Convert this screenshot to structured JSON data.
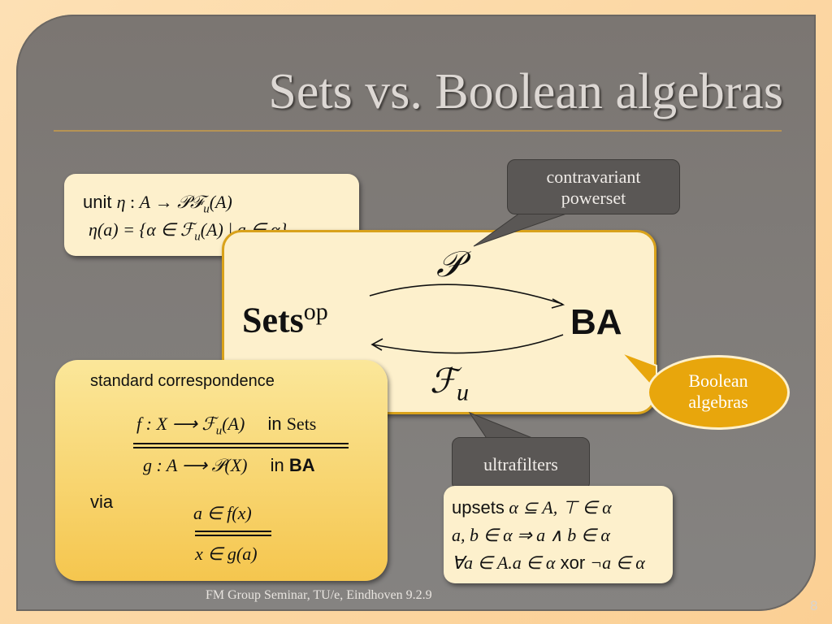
{
  "slide": {
    "title": "Sets vs. Boolean algebras",
    "footer": "FM Group Seminar, TU/e, Eindhoven 9.2.9",
    "page_number": "8"
  },
  "unit_box": {
    "label": "unit",
    "eta": "η",
    "colon": " : ",
    "A": "A",
    "arrow": " → ",
    "PFu": "𝒫ℱ",
    "u": "u",
    "of_A": "(A)",
    "line2": "η(a) = {α ∈ ℱ",
    "line2_sub": "u",
    "line2_rest": "(A) | a ∈ α}"
  },
  "diagram": {
    "left_object": "Sets",
    "left_superscript": "op",
    "right_object": "BA",
    "top_arrow_label": "𝒫",
    "bottom_arrow_label": "ℱ",
    "bottom_arrow_sub": "u"
  },
  "callouts": {
    "contravariant_line1": "contravariant",
    "contravariant_line2": "powerset",
    "boolean_line1": "Boolean",
    "boolean_line2": "algebras",
    "ultrafilters": "ultrafilters"
  },
  "standard": {
    "heading": "standard correspondence",
    "f_line": "f : X ⟶ ℱ",
    "f_sub": "u",
    "f_rest": "(A)",
    "in_label": "in",
    "sets_cat": "Sets",
    "g_line": "g : A ⟶ 𝒫(X)",
    "ba_cat": "BA",
    "via": "via",
    "rule_top": "a ∈ f(x)",
    "rule_bottom": "x ∈ g(a)"
  },
  "upsets": {
    "label": "upsets",
    "line1_math": " α ⊆ A, ⊤ ∈ α",
    "line2_math": "a, b ∈ α ⇒ a ∧ b ∈ α",
    "line3_math_a": "∀a ∈ A.a ∈ α",
    "xor": "xor",
    "line3_math_b": "¬a ∈ α"
  },
  "colors": {
    "slide_bg": "#7f7b78",
    "title_text": "#ddd8d4",
    "accent_gold": "#d9a21b",
    "cream": "#fdf0cc",
    "callout_dark": "#5a5755",
    "callout_gold": "#e8a60c"
  }
}
